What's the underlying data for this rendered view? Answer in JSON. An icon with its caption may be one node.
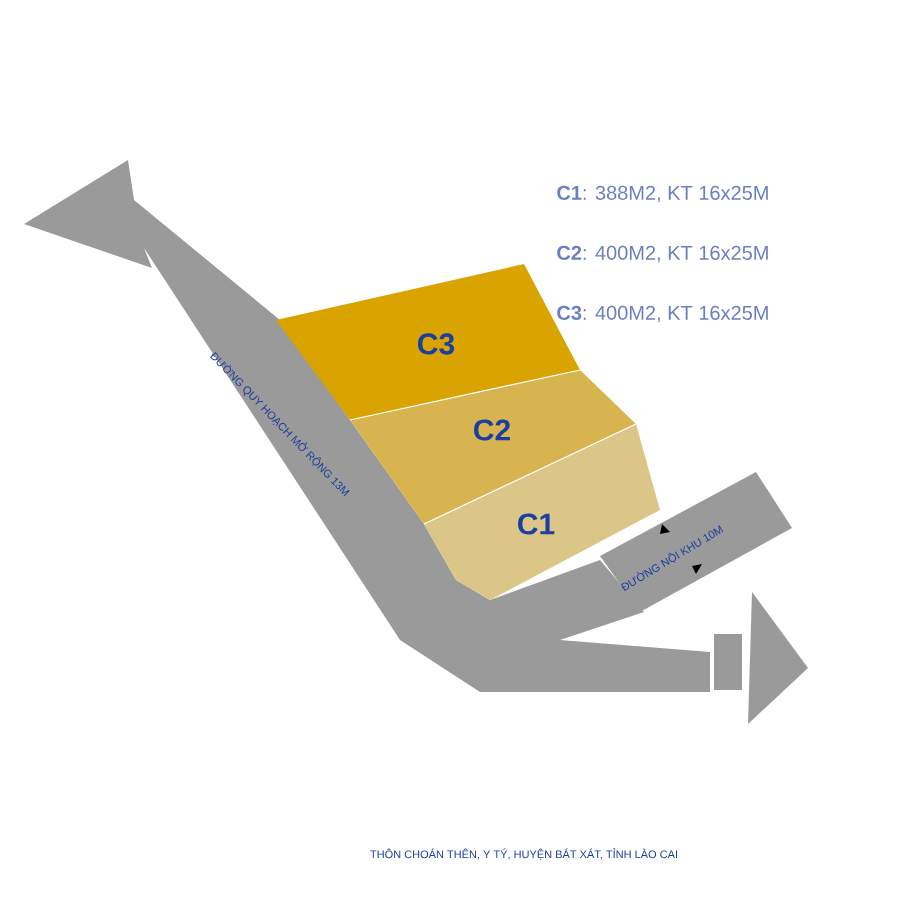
{
  "diagram": {
    "nodes": [
      {
        "text": [
          "C3"
        ]
      },
      {
        "text": [
          "C2"
        ]
      },
      {
        "text": [
          "C1"
        ]
      },
      {
        "text": [
          "ĐƯỜNG QUY HOẠCH MỞ RỘNG 13M"
        ]
      },
      {
        "text": [
          "ĐƯỜNG NỘI KHU 10M"
        ]
      }
    ],
    "edges": [],
    "labels": [
      "**C1**: 388M2, KT 16x25M",
      "**C2**: 400M2, KT 16x25M",
      "**C3**: 400M2, KT 16x25M",
      "THÔN CHOÁN THÊN, Y TÝ, HUYỆN BÁT XÁT, TỈNH LÀO CAI"
    ]
  }
}
